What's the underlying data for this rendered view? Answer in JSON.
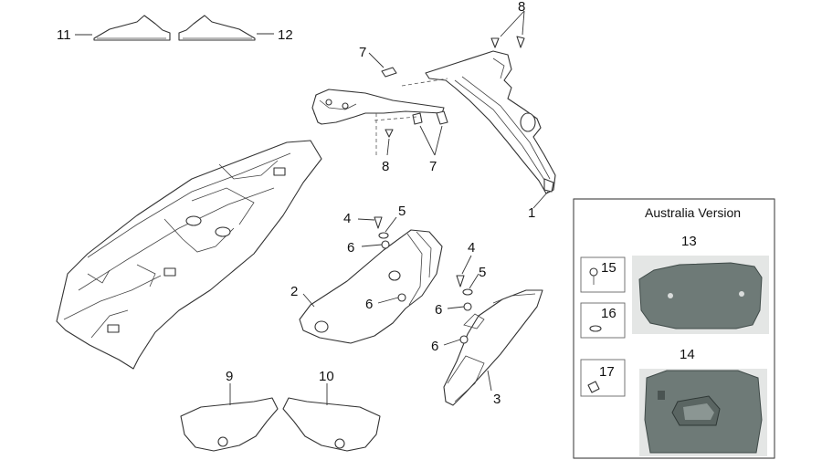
{
  "callouts": {
    "c1": "1",
    "c2": "2",
    "c3": "3",
    "c4a": "4",
    "c4b": "4",
    "c5a": "5",
    "c5b": "5",
    "c6a": "6",
    "c6b": "6",
    "c6c": "6",
    "c6d": "6",
    "c7a": "7",
    "c7b": "7",
    "c8a": "8",
    "c8b": "8",
    "c9": "9",
    "c10": "10",
    "c11": "11",
    "c12": "12"
  },
  "inset": {
    "title": "Australia Version",
    "c13": "13",
    "c14": "14",
    "c15": "15",
    "c16": "16",
    "c17": "17"
  }
}
